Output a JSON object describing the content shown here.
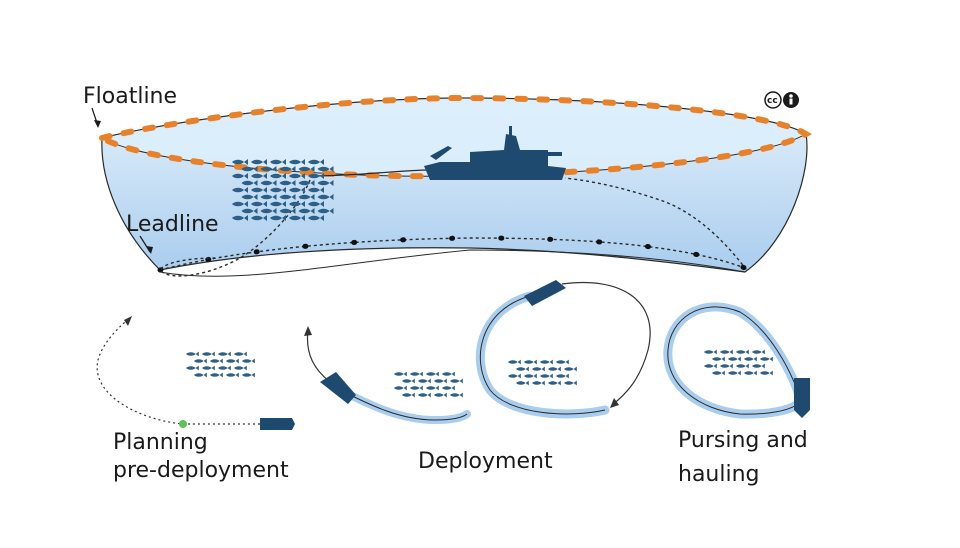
{
  "labels": {
    "floatline": "Floatline",
    "leadline": "Leadline",
    "planning_line1": "Planning",
    "planning_line2": "pre-deployment",
    "deployment": "Deployment",
    "pursing_line1": "Pursing and",
    "pursing_line2": "hauling"
  },
  "license": {
    "cc": "cc",
    "icons": [
      "cc-icon",
      "attribution-icon"
    ]
  },
  "colors": {
    "water_fill": "#d6e9f8",
    "water_deep": "#a9cdee",
    "float": "#e8822a",
    "vessel": "#1f4a70",
    "fish": "#2e5f86",
    "line": "#2a2a2a",
    "start_marker": "#5cc25c"
  }
}
